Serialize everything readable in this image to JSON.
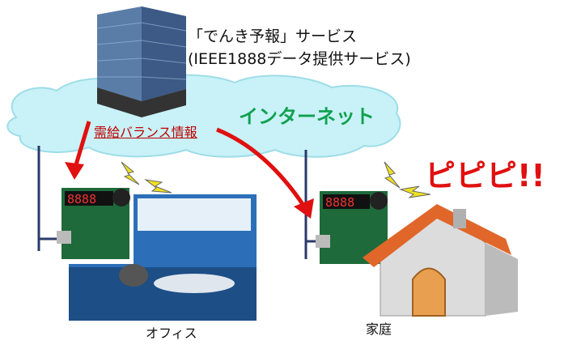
{
  "service": {
    "line1": "「でんき予報」サービス",
    "line2": "(IEEE1888データ提供サービス)"
  },
  "internet_label": "インターネット",
  "info_label": "需給バランス情報",
  "alert_text": "ピピピ!!",
  "office_label": "オフィス",
  "home_label": "家庭",
  "colors": {
    "cloud": "#c8f2f8",
    "internet": "#12a050",
    "arrow": "#e01010",
    "line": "#2a3a6a"
  }
}
